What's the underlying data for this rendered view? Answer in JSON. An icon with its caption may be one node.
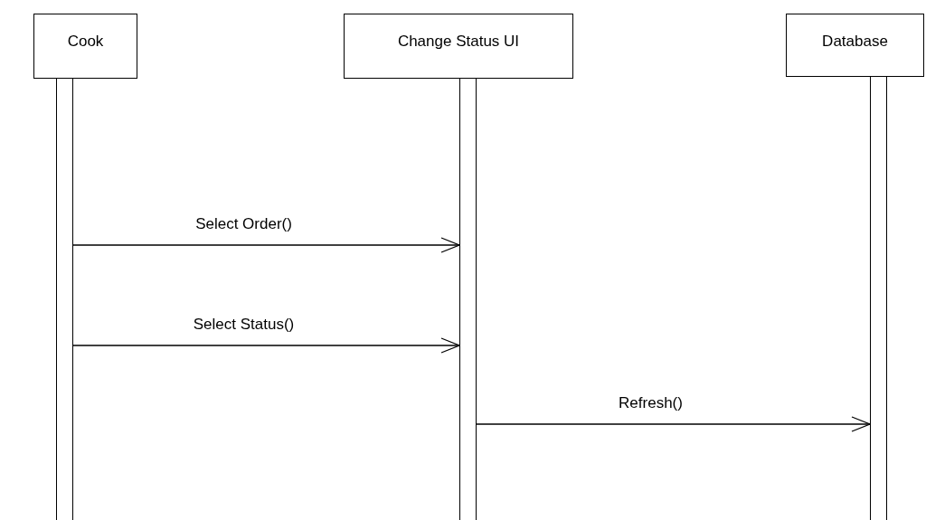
{
  "diagram": {
    "nodes": [
      {
        "text": [
          "Cook"
        ]
      },
      {
        "text": [
          "Change Status UI"
        ]
      },
      {
        "text": [
          "Database"
        ]
      },
      {
        "text": [],
        "shape": "bar"
      },
      {
        "text": [],
        "shape": "bar"
      },
      {
        "text": [],
        "shape": "bar"
      }
    ],
    "edges": [
      {
        "from": 3,
        "to": 4,
        "arrow": "to",
        "label": "Select Order()"
      },
      {
        "from": 3,
        "to": 4,
        "arrow": "to",
        "label": "Select Status()"
      },
      {
        "from": 4,
        "to": 5,
        "arrow": "to",
        "label": "Refresh()"
      }
    ]
  }
}
